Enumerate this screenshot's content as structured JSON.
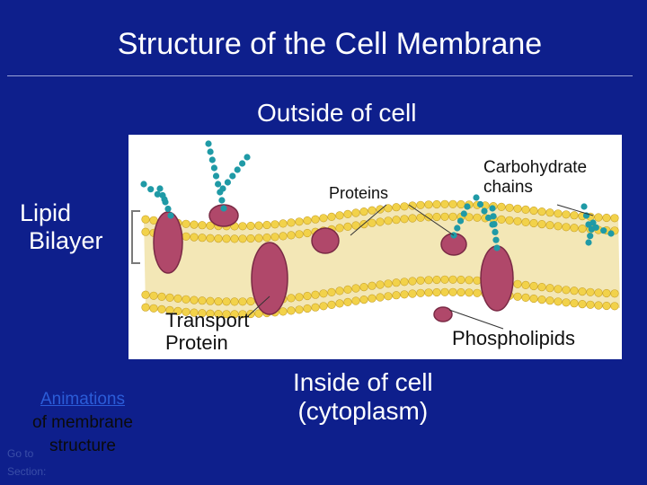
{
  "title": "Structure of the Cell Membrane",
  "labels": {
    "outside": "Outside of cell",
    "lipid_bilayer": [
      "Lipid",
      "Bilayer"
    ],
    "proteins": "Proteins",
    "carbohydrate_chains": [
      "Carbohydrate",
      "chains"
    ],
    "transport_protein": [
      "Transport",
      "Protein"
    ],
    "phospholipids": "Phospholipids",
    "inside": [
      "Inside of cell",
      "(cytoplasm)"
    ]
  },
  "animations_link": {
    "link_text": "Animations",
    "rest": [
      "of membrane",
      "structure"
    ]
  },
  "goto_section": [
    "Go to",
    "Section:"
  ],
  "colors": {
    "background": "#0e1f8c",
    "head": "#f2d24a",
    "tail": "#f3e7b6",
    "protein": "#b0486a",
    "carb": "#1f9aa6"
  }
}
